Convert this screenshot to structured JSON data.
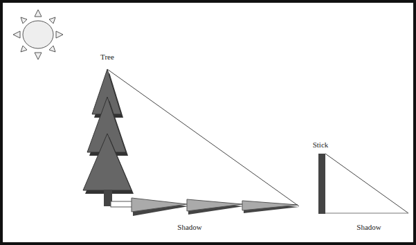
{
  "diagram": {
    "labels": [
      "Tree",
      "Shadow",
      "Stick",
      "Shadow"
    ]
  }
}
